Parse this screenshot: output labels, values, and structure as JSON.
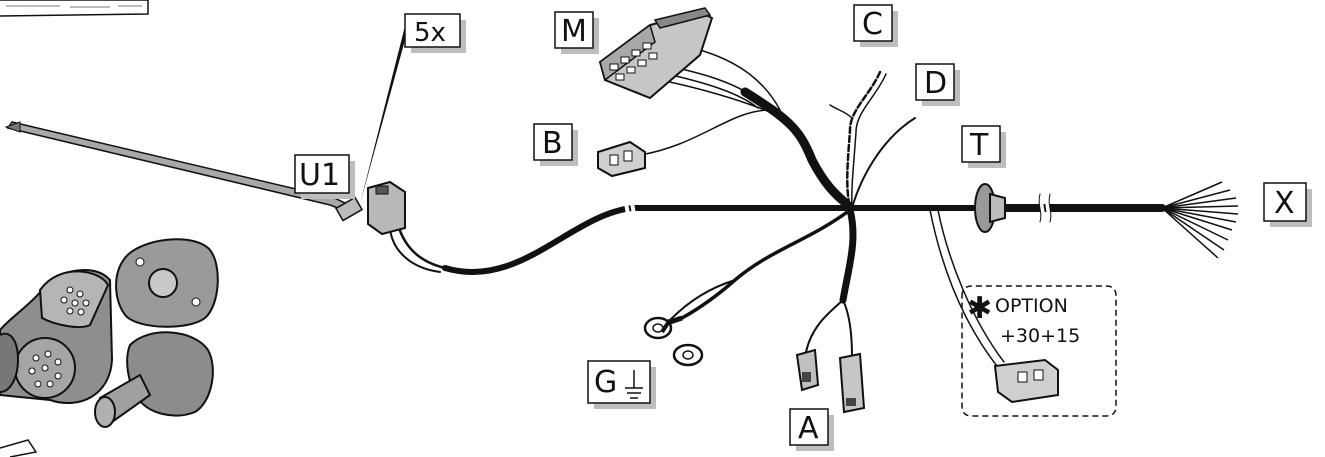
{
  "labels": {
    "count": "5x",
    "M": "M",
    "C": "C",
    "D": "D",
    "B": "B",
    "U1": "U1",
    "T": "T",
    "X": "X",
    "G": "G",
    "A": "A"
  },
  "option_box": {
    "title": "OPTION",
    "subtitle": "+30+15"
  },
  "colors": {
    "cable": "#111111",
    "part_fill": "#c8c8c8",
    "label_shadow": "#bdbdbd"
  }
}
